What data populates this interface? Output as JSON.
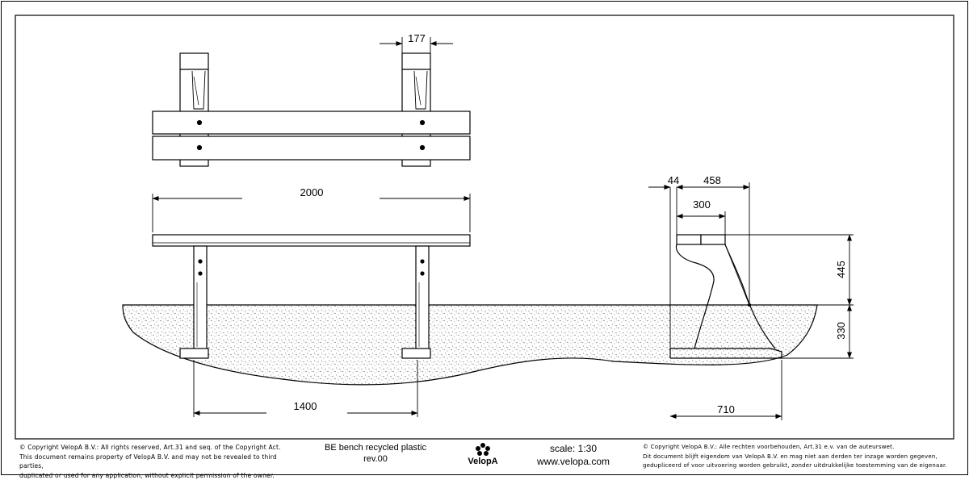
{
  "dimensions": {
    "d177": "177",
    "d2000": "2000",
    "d1400": "1400",
    "d44": "44",
    "d458": "458",
    "d300": "300",
    "d445": "445",
    "d330": "330",
    "d710": "710"
  },
  "footer": {
    "copyright_en": [
      "© Copyright VelopA B.V.: All rights reserved, Art.31 and seq. of the Copyright Act.",
      "This document remains property of VelopA B.V. and may not be revealed to third parties,",
      "duplicated or used for any application, without explicit permission of the owner."
    ],
    "title": "BE bench recycled plastic",
    "revision": "rev.00",
    "logo_text": "VelopA",
    "scale": "scale: 1:30",
    "website": "www.velopa.com",
    "copyright_nl": [
      "© Copyright VelopA B.V.: Alle rechten voorbehouden, Art.31 e.v. van de auteurswet.",
      "Dit document blijft eigendom van VelopA B.V. en mag niet aan derden ter inzage worden gegeven,",
      "gedupliceerd of voor uitvoering worden gebruikt, zonder uitdrukkelijke toestemming van de eigenaar."
    ]
  }
}
